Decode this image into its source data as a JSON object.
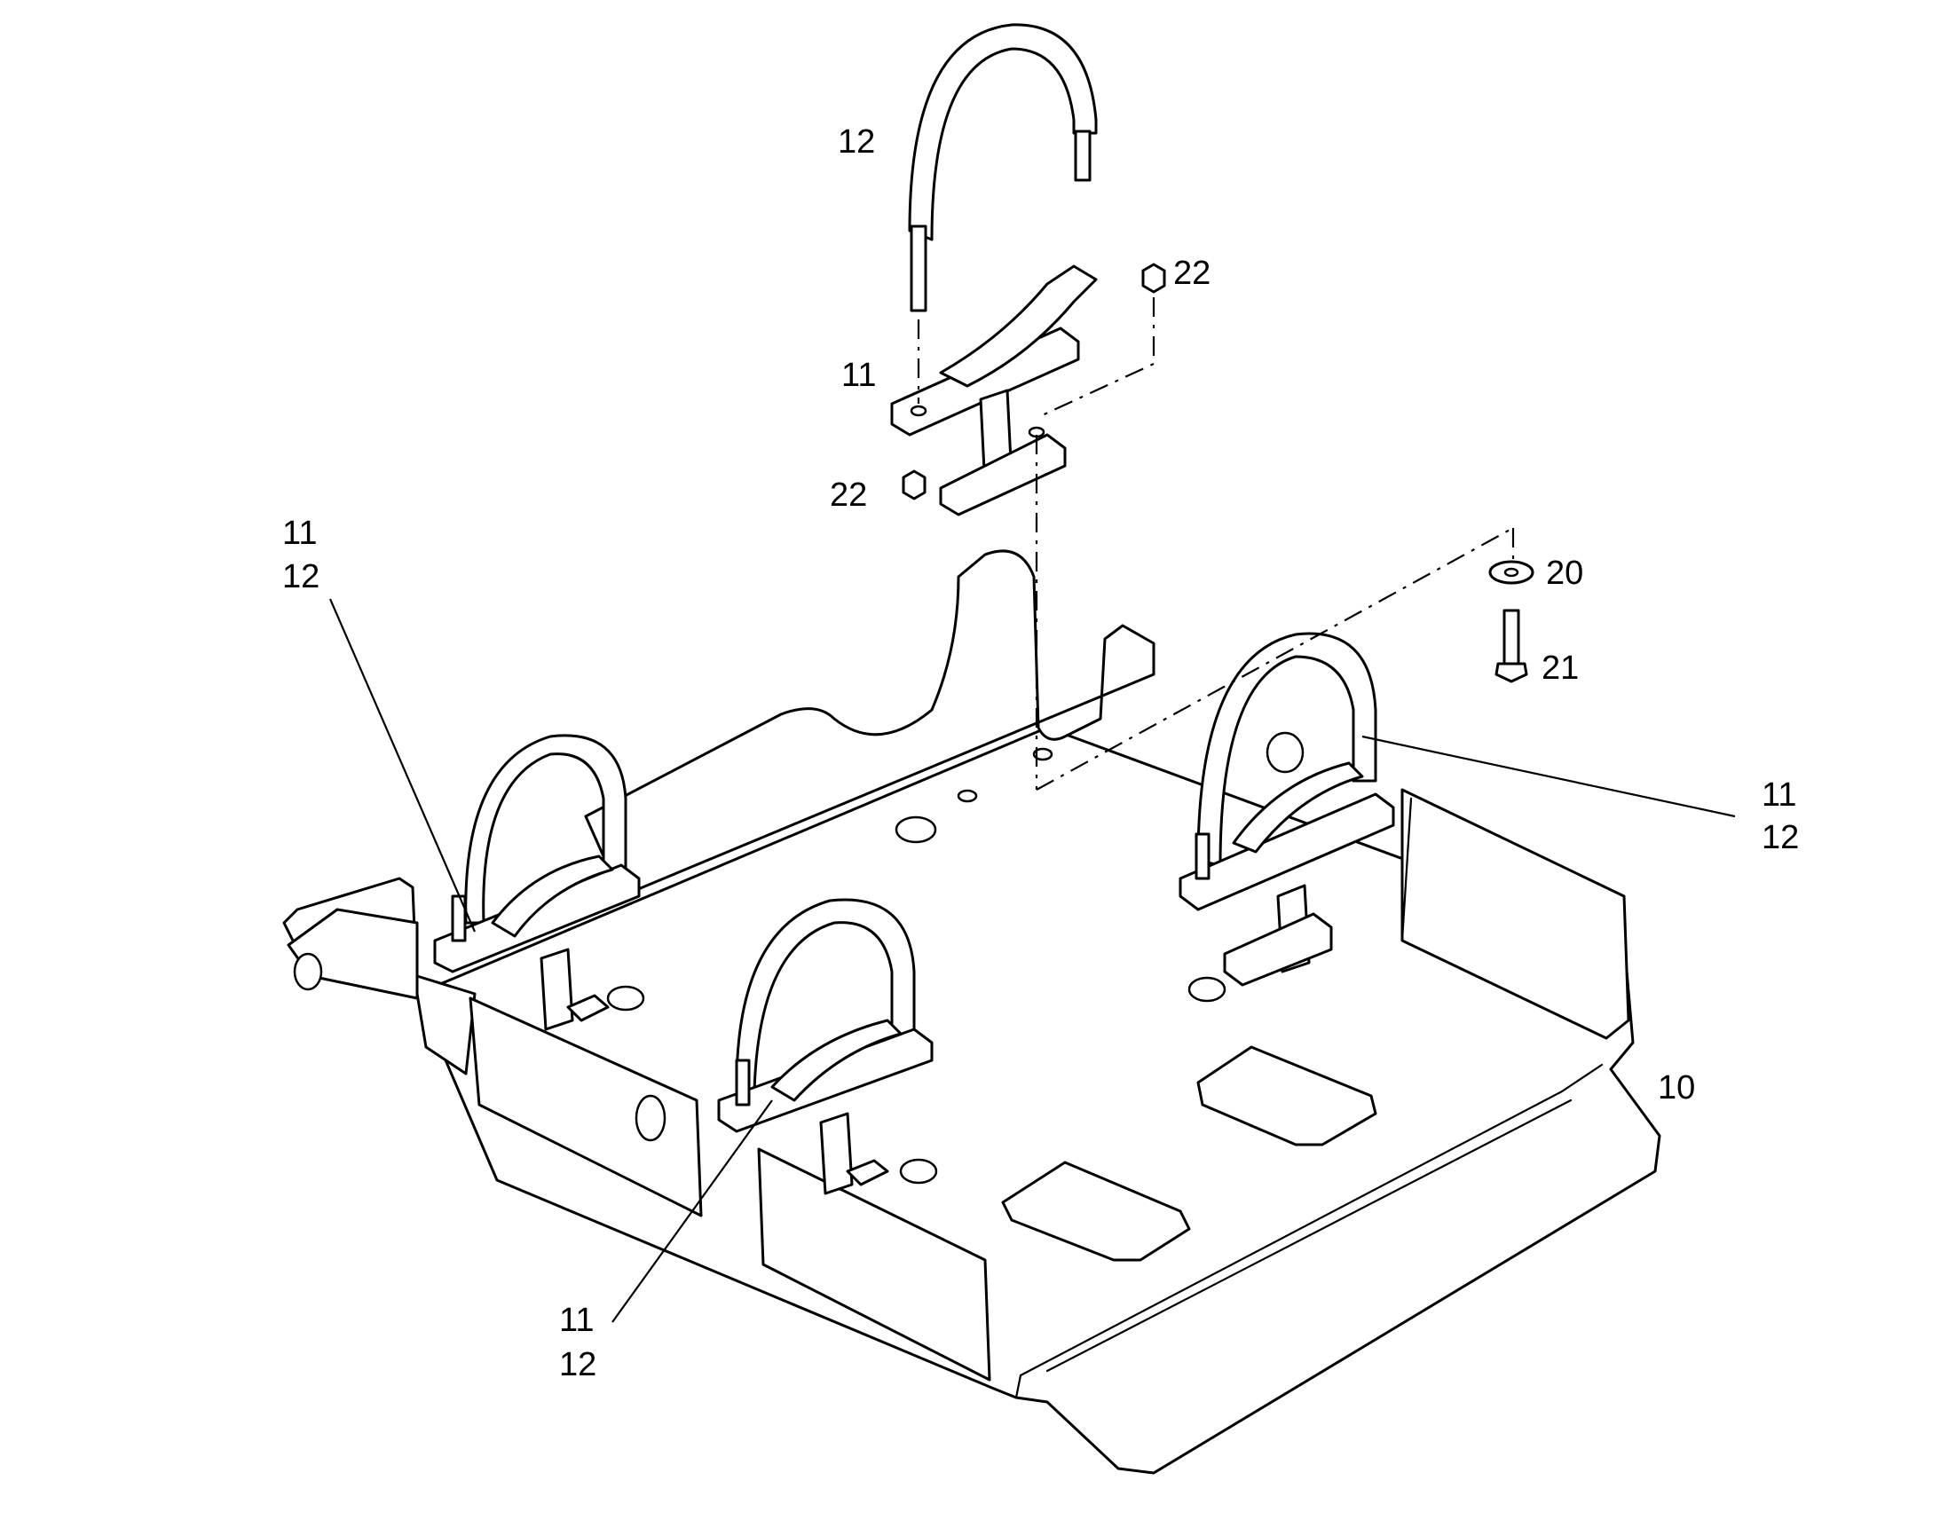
{
  "callouts": {
    "base_plate": "10",
    "top_clamp_strap": "12",
    "top_clamp_saddle": "11",
    "top_nut_right": "22",
    "top_nut_left": "22",
    "washer": "20",
    "bolt": "21",
    "left_pair_a": "11",
    "left_pair_b": "12",
    "right_pair_a": "11",
    "right_pair_b": "12",
    "bottom_pair_a": "11",
    "bottom_pair_b": "12"
  }
}
